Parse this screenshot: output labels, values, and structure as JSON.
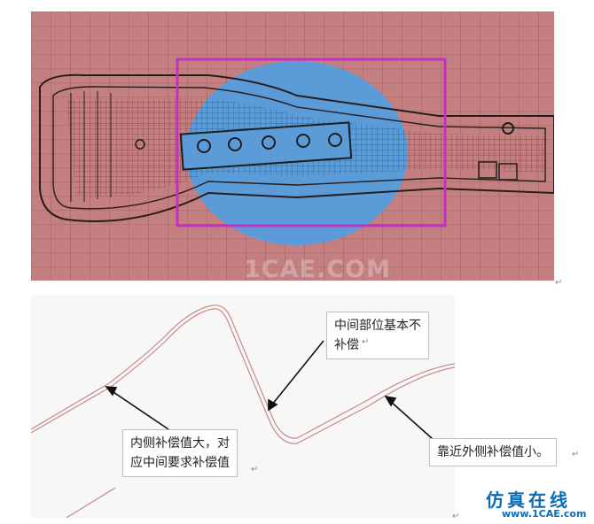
{
  "top_figure": {
    "watermark": "1CAE.COM"
  },
  "annotations": {
    "middle": [
      "中间部位基本不",
      "补偿"
    ],
    "inner": [
      "内侧补偿值大，对",
      "应中间要求补偿值"
    ],
    "outer": [
      "靠近外侧补偿值小。"
    ]
  },
  "paragraph_marks": [
    "↵",
    "↵",
    "↵",
    "↵",
    "↵",
    "↵"
  ],
  "logo": {
    "line1": "仿真在线",
    "line2": "www.1CAE.com"
  },
  "colors": {
    "sheet": "#c48080",
    "mesh": "#3a2626",
    "compensation_zone": "#5b9bd8",
    "selection_box": "#c42fc4",
    "curve": "#c98a8a",
    "logo": "#0b6bb5"
  }
}
